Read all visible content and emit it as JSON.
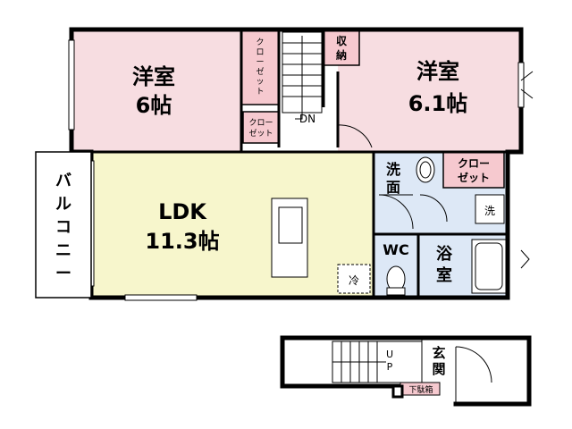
{
  "rooms": {
    "western_room_1": {
      "name": "洋室",
      "size": "6帖"
    },
    "western_room_2": {
      "name": "洋室",
      "size": "6.1帖"
    },
    "ldk": {
      "name": "LDK",
      "size": "11.3帖"
    },
    "balcony": {
      "name_chars": [
        "バ",
        "ル",
        "コ",
        "ニ",
        "ー"
      ]
    },
    "washroom": {
      "name_chars": [
        "洗",
        "面"
      ]
    },
    "wc": {
      "name": "WC"
    },
    "bathroom": {
      "name_chars": [
        "浴",
        "室"
      ]
    },
    "entrance": {
      "name_chars": [
        "玄",
        "関"
      ]
    }
  },
  "storage": {
    "closet_room1": [
      "ク",
      "ロ",
      "ー",
      "ゼ",
      "ッ",
      "ト"
    ],
    "closet_small_top": "クロー",
    "closet_small_bottom": "ゼット",
    "shuno_top": "収",
    "shuno_bottom": "納",
    "closet_wash_top": "クロー",
    "closet_wash_bottom": "ゼット",
    "shoe_box": "下駄箱"
  },
  "appliances": {
    "fridge": "冷",
    "washer": "洗"
  },
  "stairs": {
    "down": "DN",
    "up_chars": [
      "U",
      "P"
    ]
  },
  "colors": {
    "western_room": "#f7dde1",
    "closet": "#f6c9cf",
    "ldk": "#f7f6cc",
    "wet_area": "#dde8f6",
    "wall": "#000000",
    "background": "#ffffff"
  }
}
